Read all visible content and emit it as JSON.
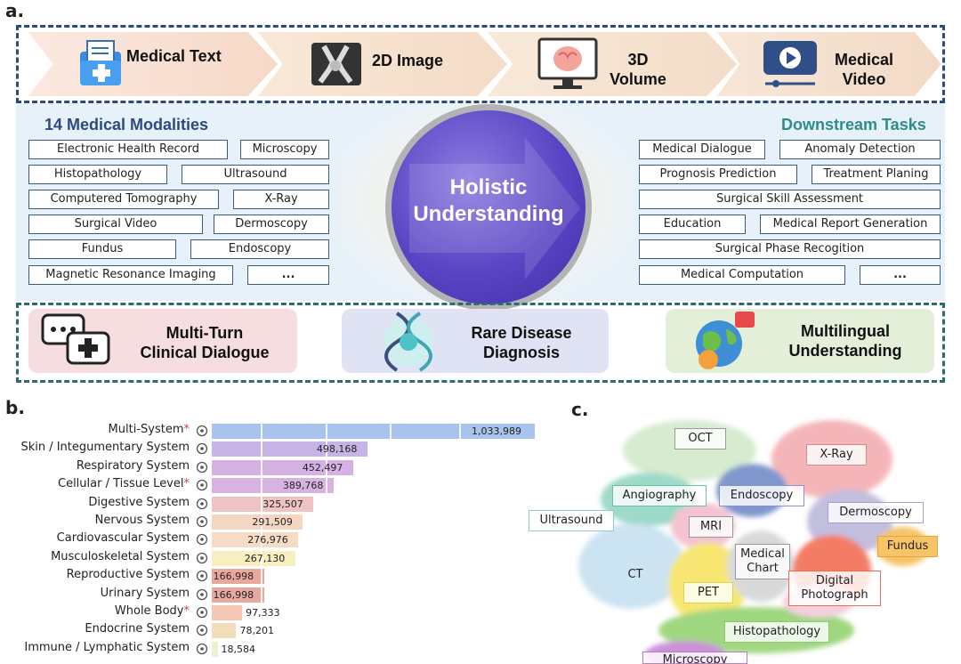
{
  "labels": {
    "a": "a.",
    "b": "b.",
    "c": "c."
  },
  "banner": [
    {
      "text": "Medical Text",
      "icon": "medical-folder-icon"
    },
    {
      "text": "2D Image",
      "icon": "xray-knee-icon"
    },
    {
      "text": "3D Volume",
      "icon": "brain-monitor-icon"
    },
    {
      "text": "Medical Video",
      "icon": "video-play-icon"
    }
  ],
  "modalities": {
    "heading": "14 Medical Modalities",
    "items": [
      "Electronic Health Record",
      "Microscopy",
      "Histopathology",
      "Ultrasound",
      "Computered Tomography",
      "X-Ray",
      "Surgical Video",
      "Dermoscopy",
      "Fundus",
      "Endoscopy",
      "Magnetic Resonance Imaging",
      "..."
    ]
  },
  "center": {
    "line1": "Holistic",
    "line2": "Understanding"
  },
  "tasks": {
    "heading": "Downstream Tasks",
    "items": [
      "Medical Dialogue",
      "Anomaly Detection",
      "Prognosis Prediction",
      "Treatment Planing",
      "Surgical Skill Assessment",
      "Education",
      "Medical Report Generation",
      "Surgical Phase Recogition",
      "Medical Computation",
      "..."
    ]
  },
  "features": [
    {
      "line1": "Multi-Turn",
      "line2": "Clinical Dialogue",
      "icon": "chat-plus-icon",
      "color": "#f6dde0"
    },
    {
      "line1": "Rare Disease",
      "line2": "Diagnosis",
      "icon": "dna-helix-icon",
      "color": "#dfe3f4"
    },
    {
      "line1": "Multilingual",
      "line2": "Understanding",
      "icon": "globe-chat-icon",
      "color": "#e3efd9"
    }
  ],
  "chart_data": {
    "type": "bar",
    "orientation": "horizontal",
    "categories": [
      "Multi-System",
      "Skin / Integumentary System",
      "Respiratory System",
      "Cellular / Tissue Level",
      "Digestive System",
      "Nervous System",
      "Cardiovascular System",
      "Musculoskeletal System",
      "Reproductive System",
      "Urinary System",
      "Whole Body",
      "Endocrine System",
      "Immune / Lymphatic System"
    ],
    "starred": [
      true,
      false,
      false,
      true,
      false,
      false,
      false,
      false,
      false,
      false,
      true,
      false,
      false
    ],
    "values": [
      1033989,
      498168,
      452497,
      389768,
      325507,
      291509,
      276976,
      267130,
      166998,
      166998,
      97333,
      78201,
      18584
    ],
    "value_labels": [
      "1,033,989",
      "498,168",
      "452,497",
      "389,768",
      "325,507",
      "291,509",
      "276,976",
      "267,130",
      "166,998",
      "166,998",
      "97,333",
      "78,201",
      "18,584"
    ],
    "colors": [
      "#a9c4ec",
      "#c7b4e6",
      "#d4b2e4",
      "#d8b3e2",
      "#efc3c3",
      "#f5d6c3",
      "#f7dcc5",
      "#f7efc0",
      "#eaa79d",
      "#e6a99f",
      "#f3c7b3",
      "#f1ddb9",
      "#eef0cf"
    ],
    "icons": [
      "multi-system-icon",
      "skin-icon",
      "lungs-icon",
      "cell-icon",
      "stomach-icon",
      "brain-icon",
      "heart-icon",
      "bone-icon",
      "uterus-icon",
      "kidney-icon",
      "body-icon",
      "thyroid-icon",
      "lymph-icon"
    ]
  },
  "embedding": {
    "clusters": [
      "OCT",
      "X-Ray",
      "Angiography",
      "Endoscopy",
      "Ultrasound",
      "Dermoscopy",
      "MRI",
      "Fundus",
      "Medical Chart",
      "CT",
      "PET",
      "Digital Photograph",
      "Histopathology",
      "Microscopy"
    ]
  }
}
